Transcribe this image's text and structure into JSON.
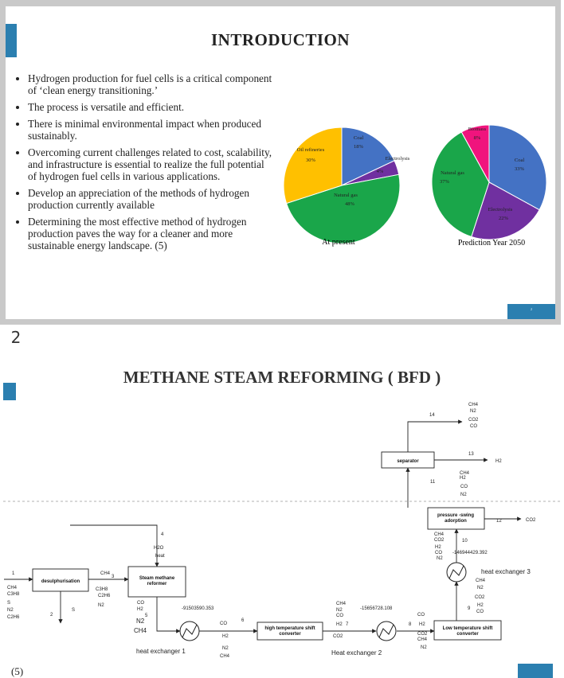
{
  "slide1": {
    "title": "INTRODUCTION",
    "bullets": [
      "Hydrogen production for fuel cells is a critical component of ‘clean energy transitioning.’",
      "The process is versatile and efficient.",
      "There is minimal environmental impact when produced sustainably.",
      "Overcoming current challenges related to cost, scalability, and infrastructure is essential to realize the full potential of hydrogen fuel cells in various applications.",
      "Develop an appreciation of the methods of hydrogen production currently available",
      "Determining the most effective method of hydrogen production paves the way for a cleaner and more sustainable energy landscape. (5)"
    ],
    "slide_number": "2"
  },
  "chart_data": [
    {
      "type": "pie",
      "title": "At present",
      "slices": [
        {
          "label": "Coal",
          "value": 18,
          "value_label": "18%",
          "color": "#4472c4"
        },
        {
          "label": "Electrolysis",
          "value": 4,
          "value_label": "4%",
          "color": "#7030a0"
        },
        {
          "label": "Natural gas",
          "value": 48,
          "value_label": "48%",
          "color": "#1aa64a"
        },
        {
          "label": "Oil refineries",
          "value": 30,
          "value_label": "30%",
          "color": "#ffc000"
        }
      ]
    },
    {
      "type": "pie",
      "title": "Prediction Year 2050",
      "slices": [
        {
          "label": "Coal",
          "value": 33,
          "value_label": "33%",
          "color": "#4472c4"
        },
        {
          "label": "Electrolysis",
          "value": 22,
          "value_label": "22%",
          "color": "#7030a0"
        },
        {
          "label": "Natural gas",
          "value": 37,
          "value_label": "37%",
          "color": "#1aa64a"
        },
        {
          "label": "Biomass",
          "value": 8,
          "value_label": "8%",
          "color": "#f0147d"
        }
      ]
    }
  ],
  "page_label": "2",
  "slide2": {
    "title": "METHANE STEAM REFORMING ( BFD )",
    "reference": "(5)",
    "blocks": {
      "desulphurisation": "desulphurisation",
      "reformer_1": "Steam methane",
      "reformer_2": "reformer",
      "hts_1": "high temperature shift",
      "hts_2": "converter",
      "lts_1": "Low temperature shift",
      "lts_2": "converter",
      "psa_1": "pressure -swing",
      "psa_2": "adorption",
      "separator": "separator"
    },
    "labels": {
      "hx1": "heat exchanger 1",
      "hx2": "Heat exchanger 2",
      "hx3": "heat exchanger 3",
      "duty1": "-91503590.353",
      "duty2": "-15656728.108",
      "duty3": "-146944429.392"
    },
    "streams": {
      "s1": "1",
      "s1_c1": "CH4",
      "s1_c2": "C3H8",
      "s1_c3": "S",
      "s1_c4": "N2",
      "s1_c5": "C2H6",
      "s2": "2",
      "s2_c": "S",
      "s3": "3",
      "s3_c1": "CH4",
      "s3_c2": "C3H8",
      "s3_c3": "C2H6",
      "s3_c4": "N2",
      "s4": "4",
      "s4_c1": "H2O",
      "s4_c2": "heat",
      "s5": "5",
      "s5_c1": "CO",
      "s5_c2": "H2",
      "s5_c3": "N2",
      "s5_c4": "CH4",
      "s6": "6",
      "s6_c1": "CO",
      "s6_c2": "H2",
      "s6_c3": "N2",
      "s6_c4": "CH4",
      "s7": "7",
      "s7_c1": "CH4",
      "s7_c2": "N2",
      "s7_c3": "CO",
      "s7_c4": "H2",
      "s7_c5": "CO2",
      "s8": "8",
      "s8_c1": "CO",
      "s8_c2": "H2",
      "s8_c3": "CO2",
      "s8_c4": "CH4",
      "s8_c5": "N2",
      "s9": "9",
      "s9_c1": "CH4",
      "s9_c2": "N2",
      "s9_c3": "CO2",
      "s9_c4": "H2",
      "s9_c5": "CO",
      "s10": "10",
      "s10_c1": "CH4",
      "s10_c2": "CO2",
      "s10_c3": "H2",
      "s10_c4": "CO",
      "s10_c5": "N2",
      "s11": "11",
      "s11_c1": "CH4",
      "s11_c2": "H2",
      "s11_c3": "CO",
      "s11_c4": "N2",
      "s12": "12",
      "s12_c": "CO2",
      "s13": "13",
      "s13_c": "H2",
      "s14": "14",
      "s14_c1": "CH4",
      "s14_c2": "N2",
      "s14_c3": "CO2",
      "s14_c4": "CO"
    }
  }
}
